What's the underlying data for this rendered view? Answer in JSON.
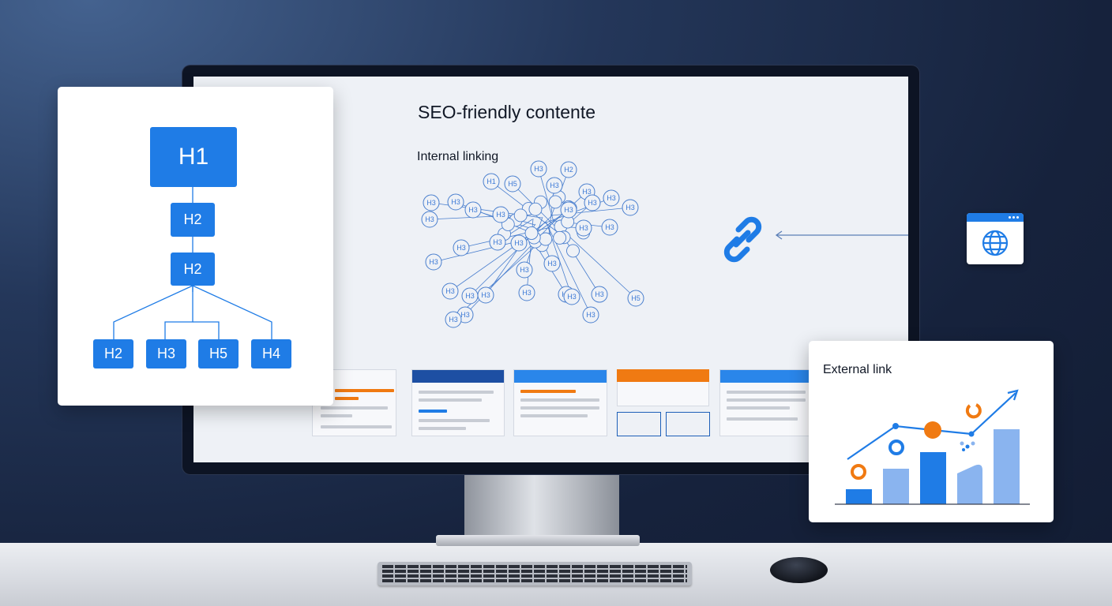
{
  "screen": {
    "title": "SEO-friendly contente",
    "internal_linking_label": "Internal linking",
    "network_nodes": [
      "H3",
      "H1",
      "H5",
      "H3",
      "H2",
      "H3",
      "H3",
      "H3",
      "H3",
      "H3",
      "H3",
      "H3",
      "H3",
      "H3",
      "H3",
      "H3",
      "H3",
      "H3",
      "H3",
      "H3",
      "H3",
      "H3",
      "H3",
      "H3",
      "H3",
      "H3",
      "H5",
      "H3",
      "H5",
      "H3",
      "H3",
      "H3",
      "H3",
      "H3"
    ]
  },
  "hierarchy": {
    "h1": "H1",
    "level2a": "H2",
    "level2b": "H2",
    "children": [
      "H2",
      "H3",
      "H5",
      "H4"
    ]
  },
  "external": {
    "title": "External link"
  },
  "icons": [
    "chain-link-icon",
    "arrow-left-icon",
    "globe-icon",
    "keyboard",
    "mouse"
  ],
  "colors": {
    "accent_blue": "#1f7ce6",
    "accent_orange": "#f07a12",
    "dark_blue": "#1d4fa3"
  }
}
